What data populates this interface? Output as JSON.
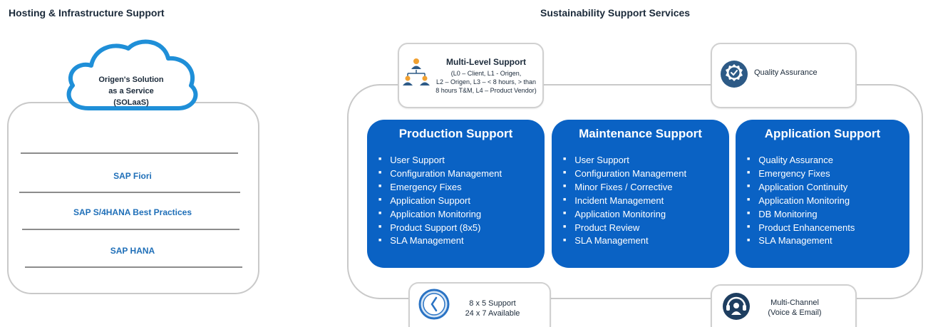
{
  "left": {
    "title": "Hosting & Infrastructure Support",
    "cloud_lines": [
      "Origen's Solution",
      "as a Service",
      "(SOLaaS)"
    ],
    "layers": [
      "SAP Fiori",
      "SAP S/4HANA Best Practices",
      "SAP HANA"
    ]
  },
  "right": {
    "title": "Sustainability Support Services",
    "multi_level": {
      "title": "Multi-Level Support",
      "lines": [
        "(L0 – Client, L1 - Origen,",
        "L2 – Origen, L3 – < 8 hours, > than",
        "8 hours T&M, L4 – Product Vendor)"
      ]
    },
    "quality": {
      "label": "Quality Assurance"
    },
    "hours": {
      "line1": "8 x 5 Support",
      "line2": "24 x 7 Available"
    },
    "channel": {
      "line1": "Multi-Channel",
      "line2": "(Voice & Email)"
    },
    "boxes": [
      {
        "title": "Production Support",
        "items": [
          "User Support",
          "Configuration Management",
          "Emergency Fixes",
          "Application Support",
          "Application Monitoring",
          "Product Support (8x5)",
          "SLA Management"
        ]
      },
      {
        "title": "Maintenance Support",
        "items": [
          "User Support",
          "Configuration Management",
          "Minor Fixes / Corrective",
          "Incident Management",
          "Application Monitoring",
          "Product Review",
          "SLA Management"
        ]
      },
      {
        "title": "Application Support",
        "items": [
          "Quality Assurance",
          "Emergency Fixes",
          "Application Continuity",
          "Application Monitoring",
          "DB Monitoring",
          "Product Enhancements",
          "SLA Management"
        ]
      }
    ]
  },
  "colors": {
    "accent_blue": "#0a62c4",
    "cloud_border": "#1f8fd8",
    "layer_text": "#1f6fb8",
    "icon_dark": "#2d5a86"
  },
  "icons": [
    "hierarchy-people-icon",
    "quality-badge-icon",
    "clock-icon",
    "support-agent-icon"
  ]
}
